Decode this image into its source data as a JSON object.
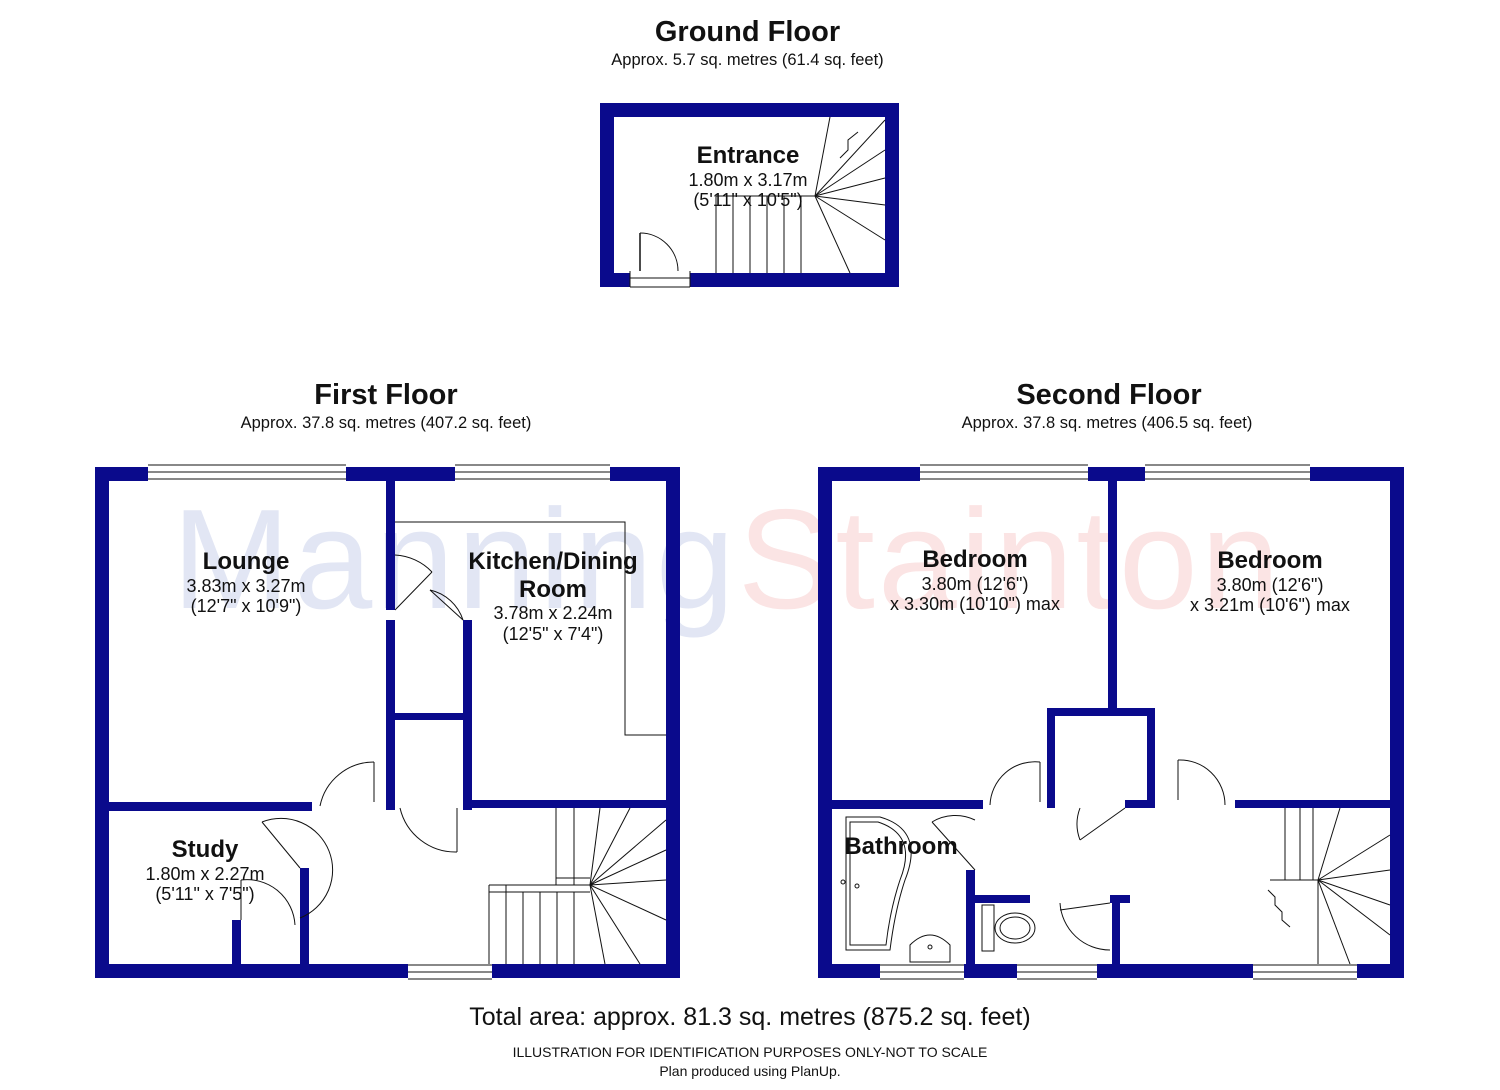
{
  "ground_floor": {
    "title": "Ground Floor",
    "area": "Approx. 5.7 sq. metres (61.4 sq. feet)",
    "rooms": [
      {
        "name": "Entrance",
        "dim1": "1.80m x 3.17m",
        "dim2": "(5'11\" x 10'5\")"
      }
    ]
  },
  "first_floor": {
    "title": "First Floor",
    "area": "Approx. 37.8 sq. metres (407.2 sq. feet)",
    "rooms": [
      {
        "name": "Lounge",
        "dim1": "3.83m x 3.27m",
        "dim2": "(12'7\" x 10'9\")"
      },
      {
        "name_line1": "Kitchen/Dining",
        "name_line2": "Room",
        "dim1": "3.78m x 2.24m",
        "dim2": "(12'5\" x 7'4\")"
      },
      {
        "name": "Study",
        "dim1": "1.80m x 2.27m",
        "dim2": "(5'11\" x 7'5\")"
      }
    ]
  },
  "second_floor": {
    "title": "Second Floor",
    "area": "Approx. 37.8 sq. metres (406.5 sq. feet)",
    "rooms": [
      {
        "name": "Bedroom",
        "dim1": "3.80m (12'6\")",
        "dim2": "x 3.30m (10'10\") max"
      },
      {
        "name": "Bedroom",
        "dim1": "3.80m (12'6\")",
        "dim2": "x 3.21m (10'6\") max"
      },
      {
        "name": "Bathroom"
      }
    ]
  },
  "watermark": {
    "part1": "Manning",
    "part2": "Stainton"
  },
  "footer": {
    "total": "Total area: approx. 81.3 sq. metres (875.2 sq. feet)",
    "note1": "ILLUSTRATION FOR IDENTIFICATION PURPOSES ONLY-NOT TO SCALE",
    "note2": "Plan produced using PlanUp."
  },
  "colors": {
    "wall": "#0a0a8c",
    "watermark_blue": "#e2e6f4",
    "watermark_red": "#fbe4e4"
  }
}
